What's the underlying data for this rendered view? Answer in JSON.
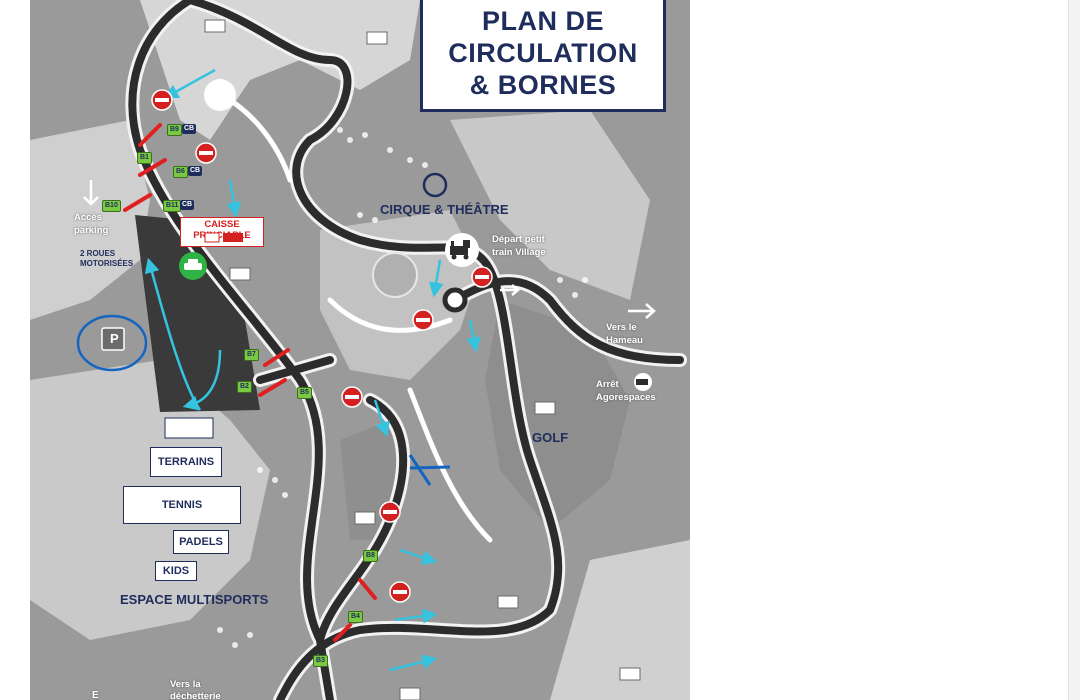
{
  "title": {
    "line1": "PLAN DE",
    "line2": "CIRCULATION",
    "line3": "& BORNES"
  },
  "labels": {
    "cirque": "CIRQUE & THÉÂTRE",
    "depart1": "Départ petit",
    "depart2": "train Village",
    "vers_hameau1": "Vers le",
    "vers_hameau2": "Hameau",
    "arret1": "Arrêt",
    "arret2": "Agorespaces",
    "golf": "GOLF",
    "acces1": "Accès",
    "acces2": "parking",
    "roues1": "2 ROUES",
    "roues2": "MOTORISÉES",
    "parking_p": "P",
    "multisports": "ESPACE MULTISPORTS",
    "vers_dech1": "Vers la",
    "vers_dech2": "déchetterie",
    "edge_e": "E"
  },
  "caisse": {
    "title": "CAISSE PRINCIAPLE"
  },
  "sports": {
    "terrains": "TERRAINS",
    "tennis": "TENNIS",
    "padels": "PADELS",
    "kids": "KIDS",
    "blank": ""
  },
  "bornes": {
    "b9": "B9",
    "b1": "B1",
    "b6": "B6",
    "b10": "B10",
    "b11": "B11",
    "b7": "B7",
    "b2": "B2",
    "b5": "B5",
    "b8": "B8",
    "b4": "B4",
    "b3": "B3",
    "cb": "CB"
  },
  "colors": {
    "navy": "#1f2d5c",
    "road": "#2c2c2c",
    "flow": "#36c3e0",
    "no_entry": "#d32020",
    "barrier": "#e02020",
    "borne": "#7ac943",
    "parking_mark": "#1565c0"
  },
  "icons": [
    "no-entry-icon",
    "train-icon",
    "roundabout-icon",
    "arrow-right-icon",
    "arrow-down-icon",
    "car-icon",
    "parking-icon",
    "cross-mark-icon",
    "building-icon"
  ]
}
